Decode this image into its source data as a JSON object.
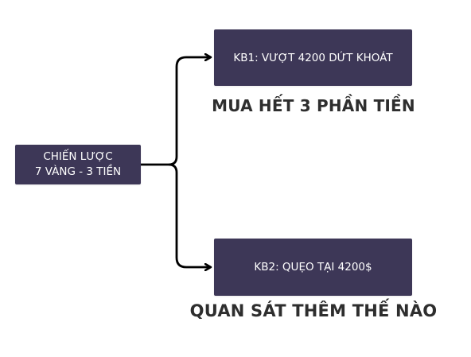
{
  "root": {
    "line1": "CHIẾN LƯỢC",
    "line2": "7 VÀNG - 3 TIỀN"
  },
  "branches": [
    {
      "label": "KB1: VƯỢT 4200 DỨT KHOÁT",
      "caption": "MUA HẾT 3 PHẦN TIỀN"
    },
    {
      "label": "KB2: QUẸO TẠI 4200$",
      "caption": "QUAN SÁT THÊM THẾ NÀO"
    }
  ],
  "colors": {
    "node_fill": "#3d3757",
    "node_text": "#ffffff",
    "connector": "#000000",
    "caption_text": "#2e2e2e"
  }
}
